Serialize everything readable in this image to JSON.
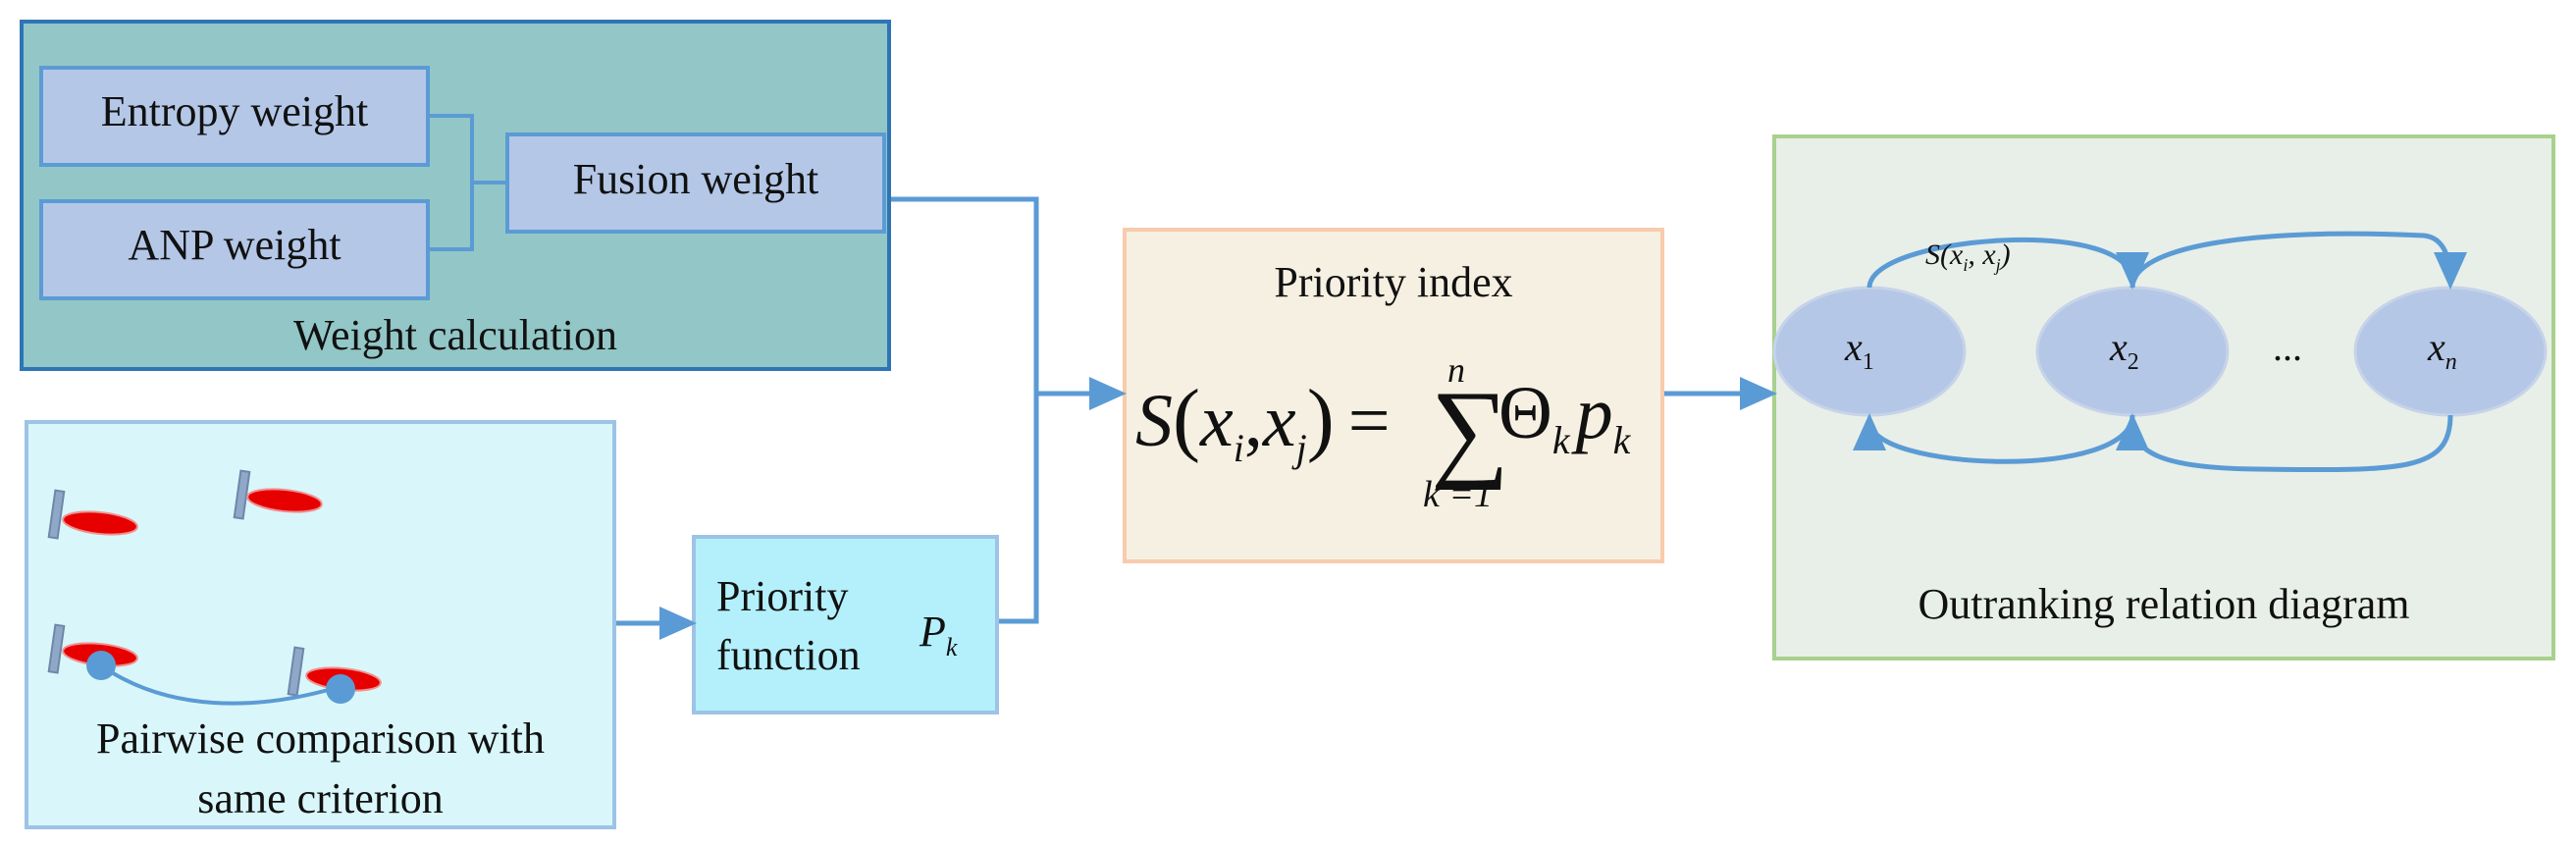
{
  "weight_panel": {
    "entropy_label": "Entropy weight",
    "anp_label": "ANP weight",
    "fusion_label": "Fusion weight",
    "caption": "Weight calculation"
  },
  "pairwise_panel": {
    "caption_line1": "Pairwise comparison with",
    "caption_line2": "same criterion"
  },
  "priority_function": {
    "line1": "Priority",
    "line2": "function",
    "symbol": "P",
    "symbol_sub": "k"
  },
  "priority_index": {
    "title": "Priority index",
    "formula": {
      "lhs": "S",
      "xi": "x",
      "xi_sub": "i",
      "xj": "x",
      "xj_sub": "j",
      "equals": "=",
      "sum_upper": "n",
      "sum_lower": "k =1",
      "theta": "Θ",
      "theta_sub": "k",
      "p": "p",
      "p_sub": "k"
    }
  },
  "outranking": {
    "caption": "Outranking relation diagram",
    "edge_label": "S(x",
    "edge_label_i": "i",
    "edge_label_sep": ", x",
    "edge_label_j": "j",
    "edge_label_close": ")",
    "nodes": [
      {
        "name": "x",
        "sub": "1"
      },
      {
        "name": "x",
        "sub": "2"
      },
      {
        "name": "...",
        "sub": ""
      },
      {
        "name": "x",
        "sub": "n"
      }
    ]
  },
  "colors": {
    "arrow": "#5b9bd5",
    "weight_panel_fill": "#93c6c6",
    "weight_panel_border": "#2e75b6",
    "weight_box_fill": "#b4c7e7",
    "weight_box_border": "#5b9bd5",
    "pairwise_fill": "#d9f7fb",
    "pairwise_border": "#9dc3e6",
    "function_fill": "#b3f0fb",
    "index_fill": "#f5f0e1",
    "index_border": "#f8cbad",
    "outrank_fill": "#e8efe8",
    "outrank_border": "#a9d18e",
    "node_fill": "#b4c7e7",
    "marker_red": "#e60000"
  }
}
